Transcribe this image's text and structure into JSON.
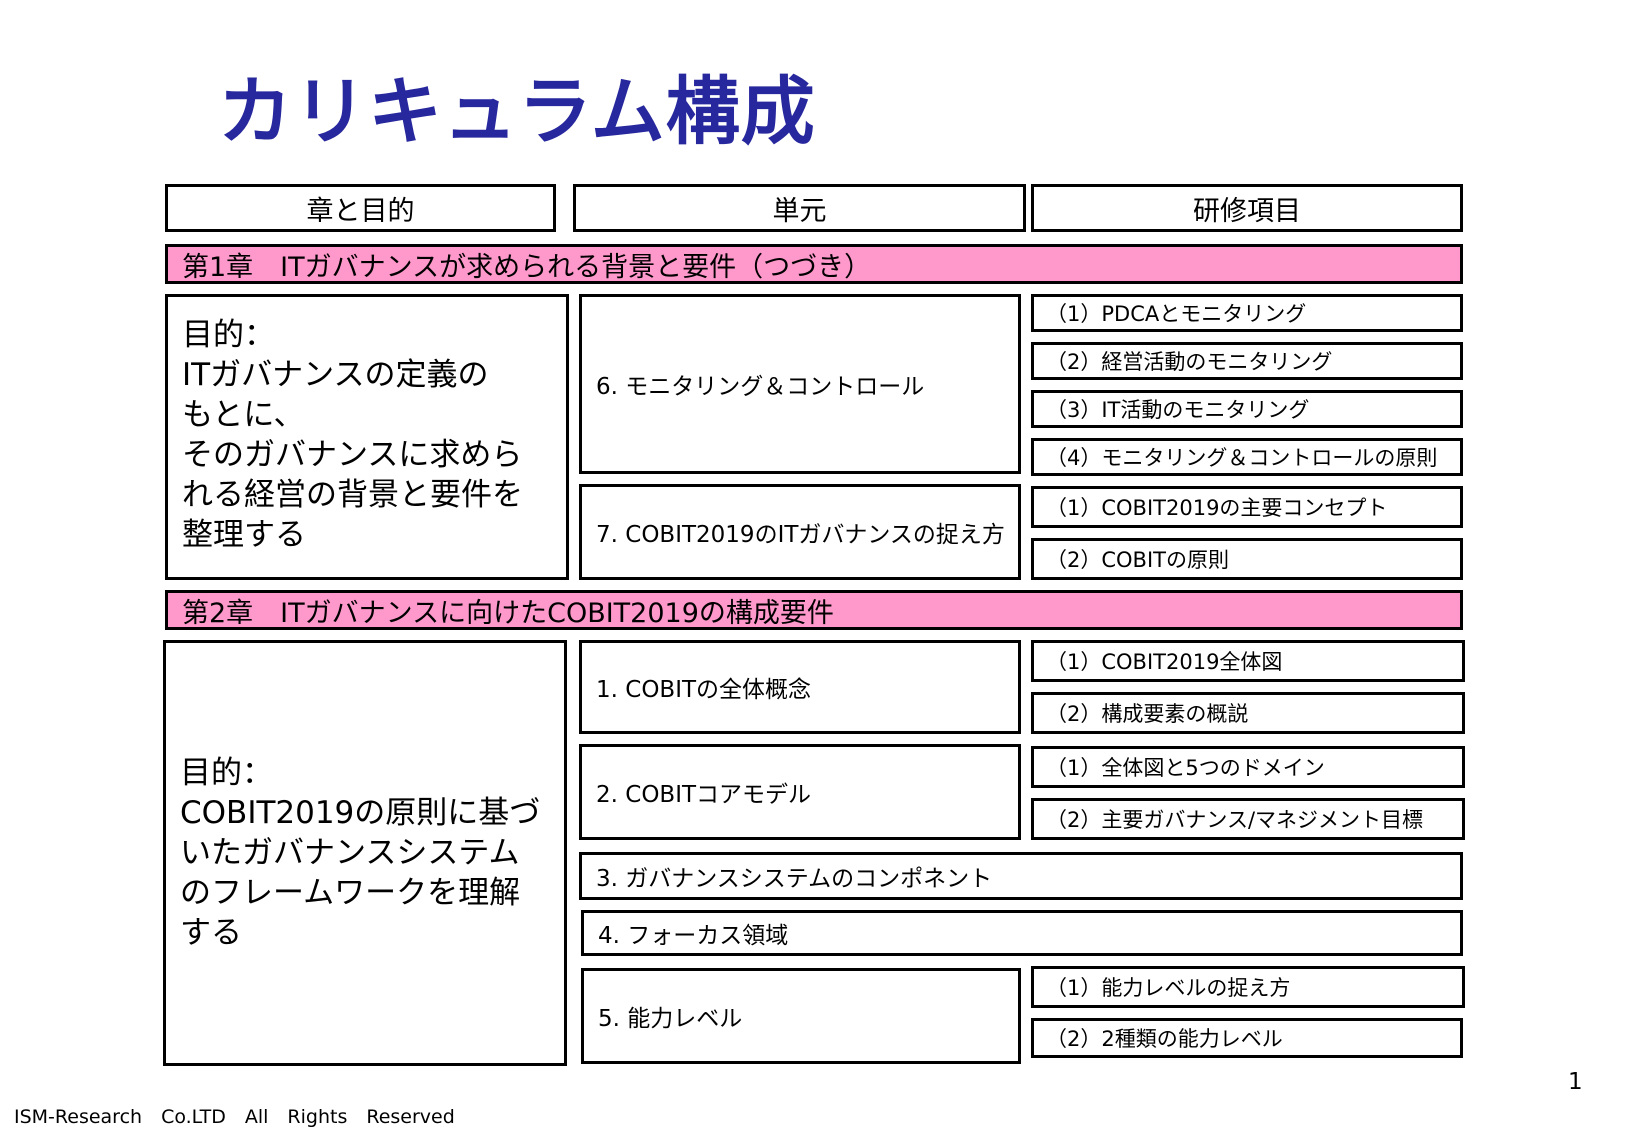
{
  "title": "カリキュラム構成",
  "headers": {
    "chapter_purpose": "章と目的",
    "unit": "単元",
    "items": "研修項目"
  },
  "chapter1": {
    "label": "第1章　ITガバナンスが求められる背景と要件（つづき）",
    "purpose": "目的：\nITガバナンスの定義の\nもとに、\nそのガバナンスに求めら\nれる経営の背景と要件を\n整理する",
    "units": [
      {
        "label": "6. モニタリング＆コントロール",
        "items": [
          "（1）PDCAとモニタリング",
          "（2）経営活動のモニタリング",
          "（3）IT活動のモニタリング",
          "（4）モニタリング＆コントロールの原則"
        ]
      },
      {
        "label": "7. COBIT2019のITガバナンスの捉え方",
        "items": [
          "（1）COBIT2019の主要コンセプト",
          "（2）COBITの原則"
        ]
      }
    ]
  },
  "chapter2": {
    "label": "第2章　ITガバナンスに向けたCOBIT2019の構成要件",
    "purpose": "目的：\nCOBIT2019の原則に基づ\nいたガバナンスシステム\nのフレームワークを理解\nする",
    "units": [
      {
        "label": "1. COBITの全体概念",
        "items": [
          "（1）COBIT2019全体図",
          "（2）構成要素の概説"
        ]
      },
      {
        "label": "2. COBITコアモデル",
        "items": [
          "（1）全体図と5つのドメイン",
          "（2）主要ガバナンス/マネジメント目標"
        ]
      },
      {
        "label": "3. ガバナンスシステムのコンポネント",
        "items": []
      },
      {
        "label": "4. フォーカス領域",
        "items": []
      },
      {
        "label": "5. 能力レベル",
        "items": [
          "（1）能力レベルの捉え方",
          "（2）2種類の能力レベル"
        ]
      }
    ]
  },
  "footer": "ISM-Research　Co.LTD　All　Rights　Reserved",
  "page_number": "1",
  "colors": {
    "title": "#27279e",
    "chapter_band": "#ff99cc"
  }
}
